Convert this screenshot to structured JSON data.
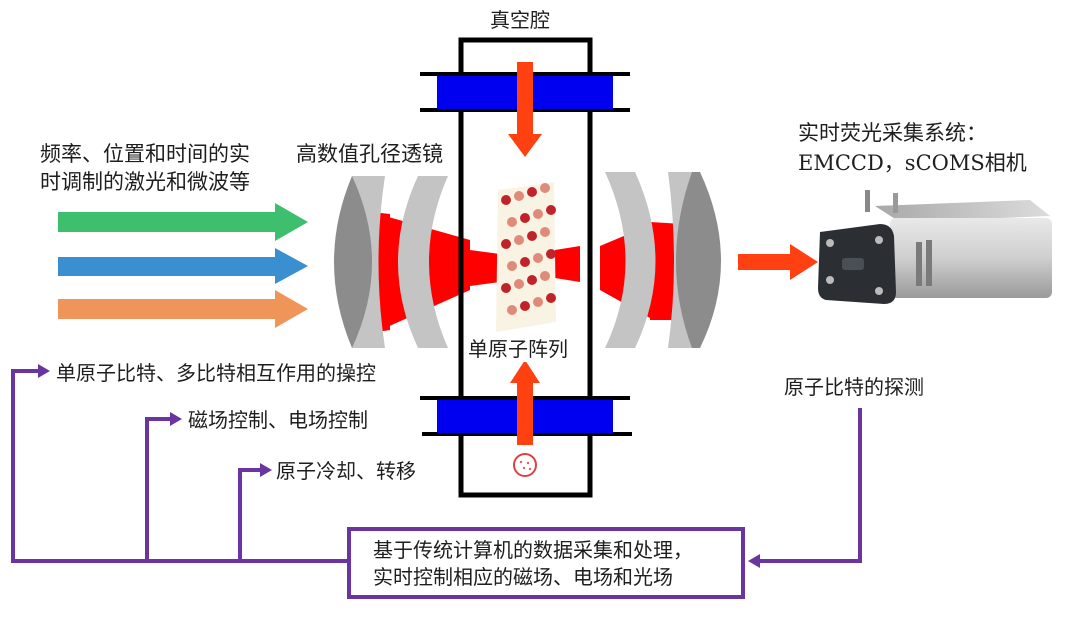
{
  "labels": {
    "vacuum_chamber": "真空腔",
    "input_beams_line1": "频率、位置和时间的实",
    "input_beams_line2": "时调制的激光和微波等",
    "lens": "高数值孔径透镜",
    "atom_array": "单原子阵列",
    "fluorescence_line1": "实时荧光采集系统：",
    "fluorescence_line2": "EMCCD，sCOMS相机",
    "control_qubits": "单原子比特、多比特相互作用的操控",
    "control_fields": "磁场控制、电场控制",
    "control_cooling": "原子冷却、转移",
    "detection": "原子比特的探测",
    "processing_line1": "基于传统计算机的数据采集和处理，",
    "processing_line2": "实时控制相应的磁场、电场和光场"
  },
  "beams": [
    {
      "name": "green-beam",
      "color": "#3dbf6e"
    },
    {
      "name": "blue-beam",
      "color": "#3a8fd0"
    },
    {
      "name": "orange-beam",
      "color": "#f0955a"
    }
  ],
  "colors": {
    "feedback_line": "#6a35a0",
    "coil": "#0000f0",
    "laser": "#ff0000",
    "arrow": "#ff4010",
    "lens_dark": "#8a8a8a",
    "lens_light": "#c4c4c4"
  },
  "icons": [
    "vacuum-chamber",
    "magnetic-coil",
    "lens",
    "atom-array",
    "atom-source",
    "emccd-camera"
  ]
}
